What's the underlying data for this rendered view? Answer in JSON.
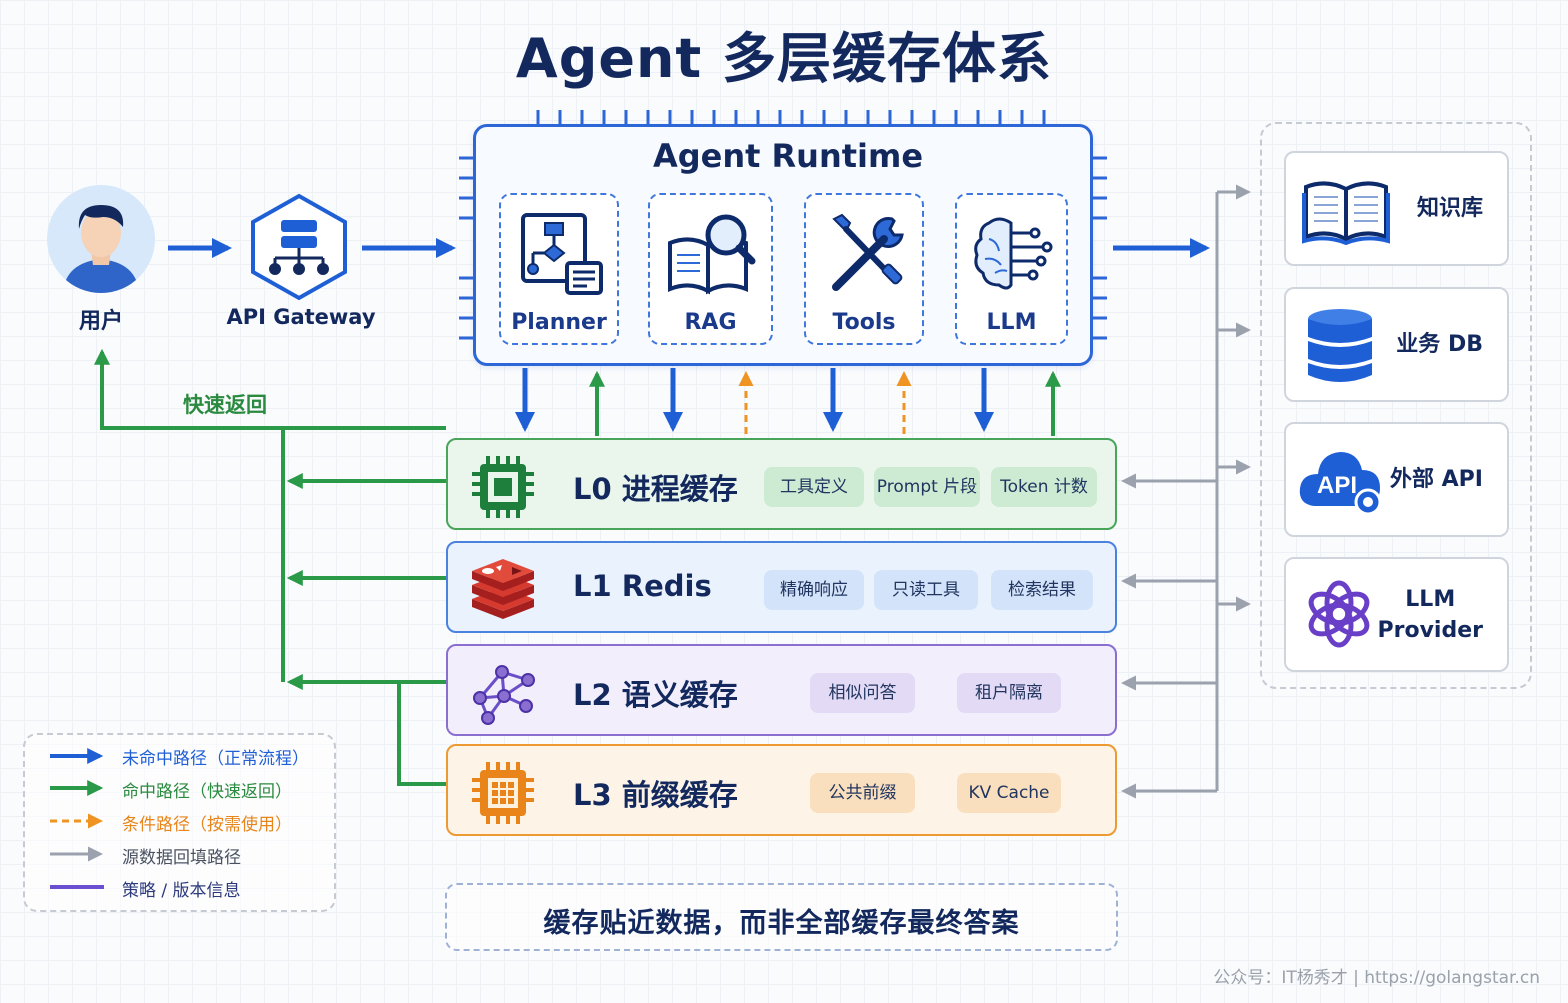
{
  "title": "Agent 多层缓存体系",
  "user": {
    "label": "用户"
  },
  "gateway": {
    "label": "API Gateway"
  },
  "runtime": {
    "title": "Agent Runtime",
    "modules": [
      {
        "label": "Planner",
        "icon": "flowchart-icon"
      },
      {
        "label": "RAG",
        "icon": "book-search-icon"
      },
      {
        "label": "Tools",
        "icon": "tools-icon"
      },
      {
        "label": "LLM",
        "icon": "brain-circuit-icon"
      }
    ]
  },
  "fast_return": {
    "label": "快速返回"
  },
  "layers": [
    {
      "title": "L0 进程缓存",
      "icon": "chip-icon",
      "chips": [
        "工具定义",
        "Prompt 片段",
        "Token 计数"
      ]
    },
    {
      "title": "L1 Redis",
      "icon": "redis-icon",
      "chips": [
        "精确响应",
        "只读工具",
        "检索结果"
      ]
    },
    {
      "title": "L2 语义缓存",
      "icon": "graph-network-icon",
      "chips": [
        "相似问答",
        "租户隔离"
      ]
    },
    {
      "title": "L3 前缀缓存",
      "icon": "processor-icon",
      "chips": [
        "公共前缀",
        "KV Cache"
      ]
    }
  ],
  "sources": [
    {
      "label": "知识库",
      "icon": "open-book-icon"
    },
    {
      "label": "业务 DB",
      "icon": "database-icon"
    },
    {
      "label": "外部 API",
      "icon": "api-cloud-icon",
      "icon_text": "API"
    },
    {
      "label_line1": "LLM",
      "label_line2": "Provider",
      "icon": "openai-logo-icon"
    }
  ],
  "legend": [
    {
      "label": "未命中路径（正常流程）",
      "color": "#1f5fd6",
      "style": "solid-arrow"
    },
    {
      "label": "命中路径（快速返回）",
      "color": "#2a9a49",
      "style": "solid-arrow"
    },
    {
      "label": "条件路径（按需使用）",
      "color": "#ef9322",
      "style": "dashed-arrow"
    },
    {
      "label": "源数据回填路径",
      "color": "#9ba2ad",
      "style": "solid-arrow"
    },
    {
      "label": "策略 / 版本信息",
      "color": "#6b4fd1",
      "style": "line"
    }
  ],
  "bottom_note": "缓存贴近数据，而非全部缓存最终答案",
  "footer": "公众号：IT杨秀才  |  https://golangstar.cn",
  "colors": {
    "miss": "#1f5fd6",
    "hit": "#2a9a49",
    "conditional": "#ef9322",
    "backfill": "#9ba2ad",
    "policy": "#6b4fd1"
  }
}
